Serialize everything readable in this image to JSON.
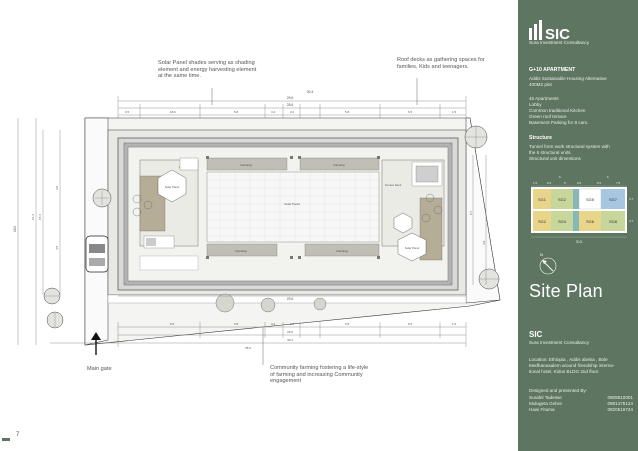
{
  "notes": {
    "solar": "Solar Panel shades serving as shading element and energy harvesting element at the same time.",
    "roof_decks": "Roof decks as gathering spaces for families, Kids and teenagers.",
    "community": "Community farming fostering a life-style of farming and increasing Community engagement",
    "main_gate": "Main gate"
  },
  "page_number": "7",
  "plan_labels": {
    "north_dims_top": "29.6",
    "south_dims": "29.6",
    "west_dim": "18.0",
    "seg_top": [
      "0.5",
      "18.6",
      "5.8",
      "3.2",
      "3.2",
      "5.8",
      "6.5",
      "1.5"
    ],
    "seg_bottom": [
      "0.5",
      "1.6",
      "5.8",
      "3.2",
      "3.2",
      "5.8",
      "6.5",
      "1.5"
    ],
    "rooms": [
      "Solar Panel",
      "Solar Panel",
      "Terrace Deck",
      "Terrace Deck",
      "Water Tank",
      "Solar Panel",
      "Solar Panel",
      "Farming",
      "Farming",
      "Farming",
      "Farming",
      "Farming"
    ]
  },
  "sidebar": {
    "logo_word": "SIC",
    "logo_sub": "Sura Investment Consultancy",
    "project_title": "G+10 APARTMENT",
    "project_desc": [
      "Addis Sustainable Housing Alternative",
      "400M2 plot"
    ],
    "features": [
      "45 Apartments",
      "Lobby",
      "Common traditional Kitchen",
      "Green roof terrace",
      "Basement Parking for 8 cars."
    ],
    "structure_title": "Structure",
    "structure_desc": [
      "Tunnel form work structural system with",
      "the 6 structural units.",
      "Structural unit dimentions"
    ],
    "unit_cells_top": [
      "SG1",
      "SG2",
      "SG5",
      "SG7"
    ],
    "unit_cells_bottom": [
      "SG2",
      "SG4",
      "SG6",
      "SG8"
    ],
    "unit_dims": [
      "6",
      "10",
      "6.5",
      "5",
      "9.5",
      "6.5",
      "7.5"
    ],
    "unit_width": "30.5",
    "site_plan_title": "Site Plan",
    "footer_logo": "SIC",
    "footer_sub": "Sura Investment Consultancy",
    "location": [
      "Location: Ethiopia , Addis abeba , Bole",
      "Medhaneaalem around friendship interna-",
      "tional hotel, Kidus BLDG 2nd floor."
    ],
    "designed_by": "Designed and presented By-",
    "team": [
      {
        "name": "Surafel Tadesse",
        "phone": "0909810001"
      },
      {
        "name": "Mulugeta Gebre",
        "phone": "0991475124"
      },
      {
        "name": "Hawi Fituma",
        "phone": "0920519724"
      }
    ]
  },
  "colors": {
    "sidebar": "#5e7561",
    "unit_yellow": "#e9d58a",
    "unit_green": "#c7d69a",
    "unit_teal": "#87b8b8",
    "unit_blue": "#a7c6e0"
  }
}
